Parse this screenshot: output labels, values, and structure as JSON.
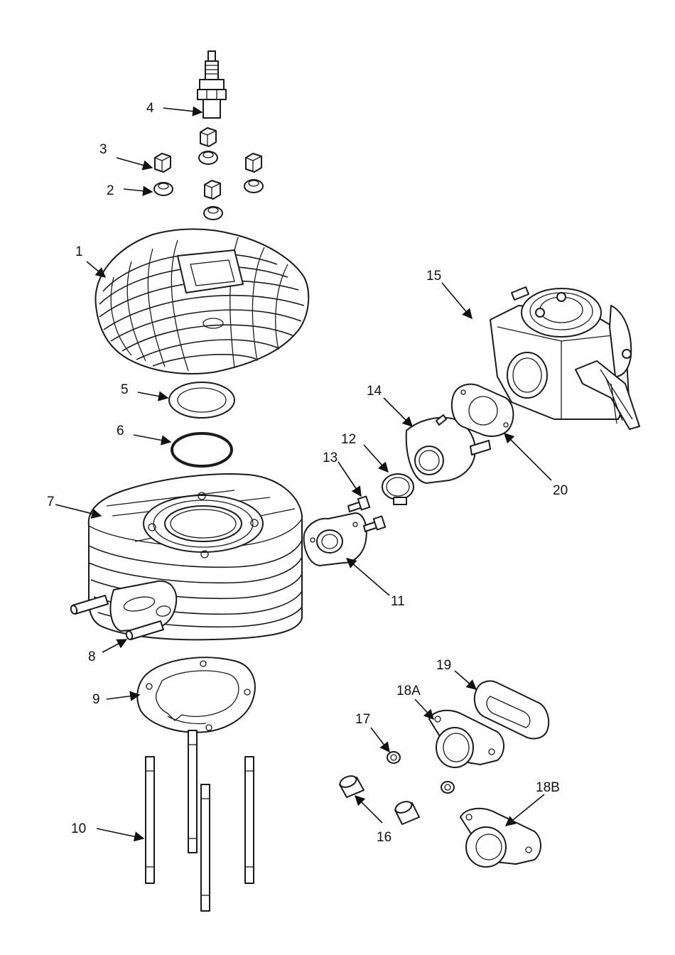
{
  "callouts": {
    "c1": "1",
    "c2": "2",
    "c3": "3",
    "c4": "4",
    "c5": "5",
    "c6": "6",
    "c7": "7",
    "c8": "8",
    "c9": "9",
    "c10": "10",
    "c11": "11",
    "c12": "12",
    "c13": "13",
    "c14": "14",
    "c15": "15",
    "c16": "16",
    "c17": "17",
    "c18a": "18A",
    "c18b": "18B",
    "c19": "19",
    "c20": "20"
  },
  "colors": {
    "line": "#1a1a1a",
    "background": "#ffffff"
  }
}
